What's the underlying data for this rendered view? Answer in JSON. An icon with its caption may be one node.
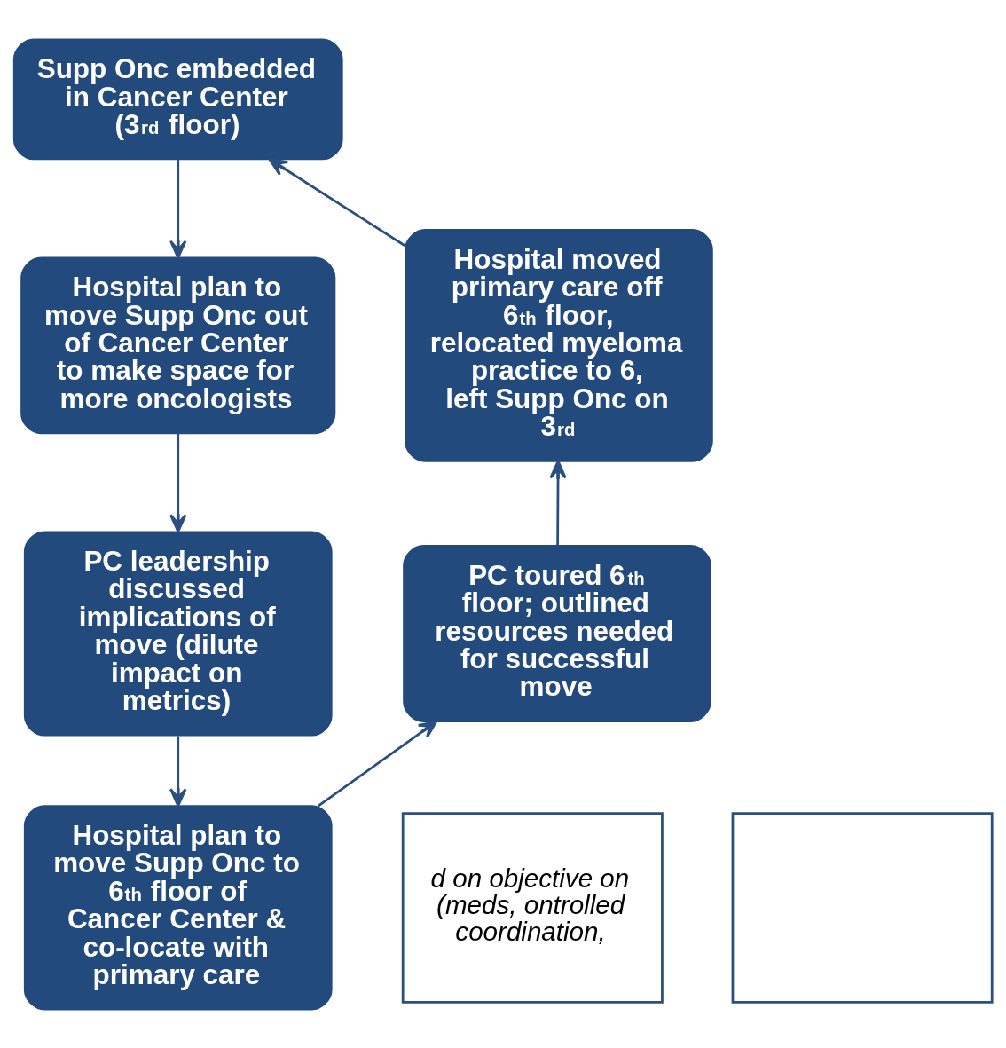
{
  "diagram": {
    "nodes": [
      {
        "text": [
          "Supp Onc embedded in Cancer Center (3$^{rd}$ floor)"
        ]
      },
      {
        "text": [
          "Hospital moved primary care off 6$^{th}$ floor, relocated myeloma practice to 6, left Supp Onc on 3$^{rd}$"
        ]
      },
      {
        "text": [
          "Hospital plan to move Supp Onc out of Cancer Center to make space for more oncologists"
        ]
      },
      {
        "text": [
          "PC toured 6$^{th}$ floor; outlined resources needed for successful move"
        ]
      },
      {
        "text": [
          "PC leadership discussed implications of move (dilute impact on metrics)"
        ]
      },
      {
        "text": [
          "Hospital plan to move Supp Onc to 6$^{th}$ floor of Cancer Center & co-locate with primary care"
        ]
      },
      {
        "text": [
          "d on objective on (meds, ontrolled coordination,"
        ]
      },
      {
        "text": [],
        "shape": "box"
      }
    ],
    "edges": [
      {
        "from": 0,
        "to": 2,
        "arrow": "to"
      },
      {
        "from": 2,
        "to": 4,
        "arrow": "to"
      },
      {
        "from": 4,
        "to": 5,
        "arrow": "to"
      },
      {
        "from": 5,
        "to": 3,
        "arrow": "to"
      },
      {
        "from": 3,
        "to": 1,
        "arrow": "to"
      },
      {
        "from": 1,
        "to": 0,
        "arrow": "to"
      }
    ]
  }
}
